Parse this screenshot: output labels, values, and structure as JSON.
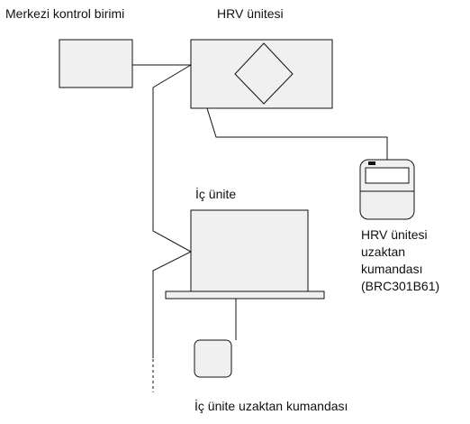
{
  "labels": {
    "central_control": "Merkezi kontrol birimi",
    "hrv_unit": "HRV ünitesi",
    "indoor_unit": "İç ünite",
    "hrv_remote_lines": [
      "HRV ünitesi",
      "uzaktan",
      "kumandası",
      "(BRC301B61)"
    ],
    "indoor_remote": "İç ünite uzaktan kumandası"
  },
  "colors": {
    "box_fill": "#f0f0f0",
    "line": "#111111",
    "screen_mark": "#111111"
  }
}
